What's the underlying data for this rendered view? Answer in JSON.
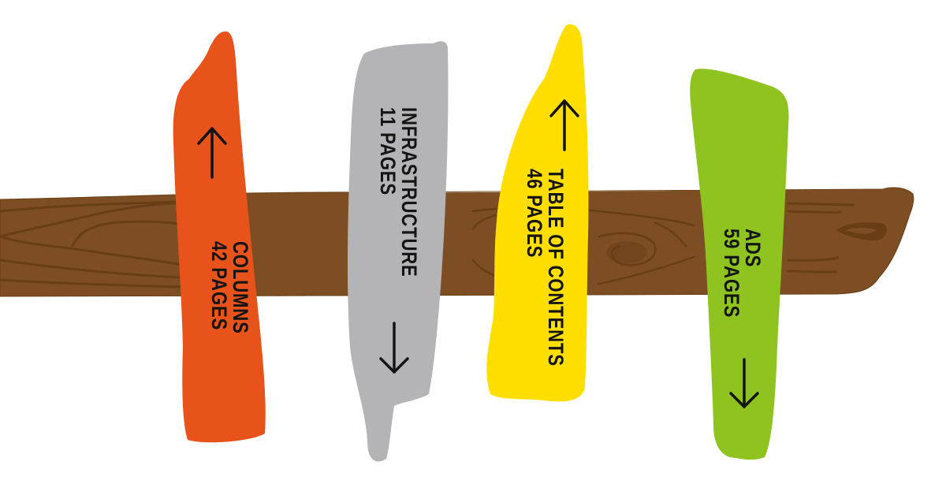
{
  "scene": {
    "description": "Hand-drawn signpost: a brown wooden beam with four colored painted boards nailed across it, each labeled with a section name and page count",
    "background_color": "#ffffff",
    "beam": {
      "color": "#7d4e24",
      "grain_color": "#6a3e15"
    }
  },
  "signs": [
    {
      "id": "columns",
      "title": "COLUMNS",
      "pages_label": "42 PAGES",
      "pages": 42,
      "color": "#e8531b",
      "arrow": "up",
      "arrow_icon": "arrow-up-icon"
    },
    {
      "id": "infrastructure",
      "title": "INFRASTRUCTURE",
      "pages_label": "11 PAGES",
      "pages": 11,
      "color": "#b4b4b6",
      "arrow": "down",
      "arrow_icon": "arrow-down-icon"
    },
    {
      "id": "table-of-contents",
      "title": "TABLE OF CONTENTS",
      "pages_label": "46 PAGES",
      "pages": 46,
      "color": "#ffde00",
      "arrow": "up",
      "arrow_icon": "arrow-up-icon"
    },
    {
      "id": "ads",
      "title": "ADS",
      "pages_label": "59 PAGES",
      "pages": 59,
      "color": "#8fc31f",
      "arrow": "down",
      "arrow_icon": "arrow-down-icon"
    }
  ]
}
